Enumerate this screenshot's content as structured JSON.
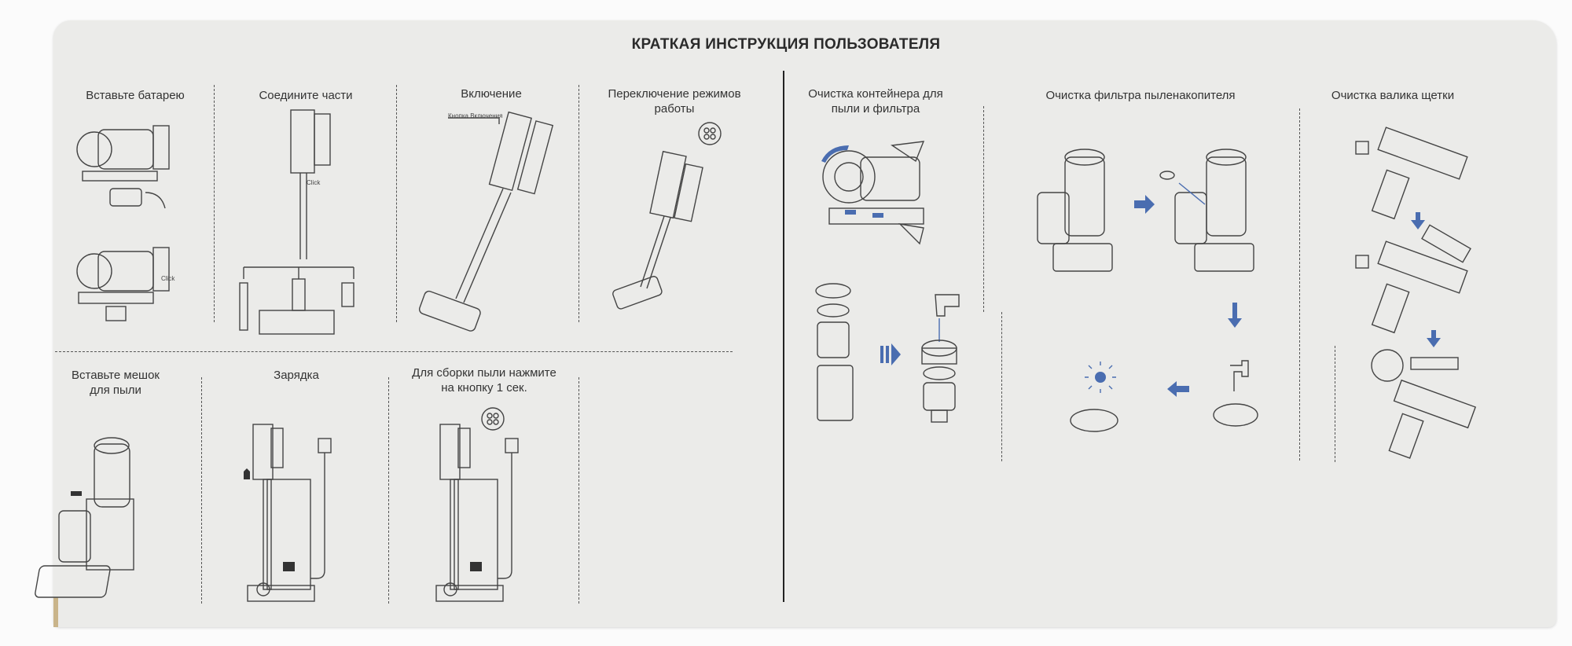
{
  "title": "КРАТКАЯ ИНСТРУКЦИЯ ПОЛЬЗОВАТЕЛЯ",
  "steps": {
    "insert_battery": "Вставьте батарею",
    "connect_parts": "Соедините части",
    "power_on": "Включение",
    "switch_modes": [
      "Переключение режимов",
      "работы"
    ],
    "insert_bag": [
      "Вставьте мешок",
      "для пыли"
    ],
    "charging": "Зарядка",
    "dust_collect": [
      "Для сборки пыли нажмите",
      "на кнопку 1 сек."
    ],
    "clean_container": [
      "Очистка контейнера для",
      "пыли и фильтра"
    ],
    "clean_filter": "Очистка фильтра пыленакопителя",
    "clean_roller": "Очистка валика щетки"
  },
  "labels": {
    "power_button": "Кнопка Включения",
    "click": "Click"
  },
  "colors": {
    "accent": "#4a6db0",
    "card": "#ebebe9"
  }
}
